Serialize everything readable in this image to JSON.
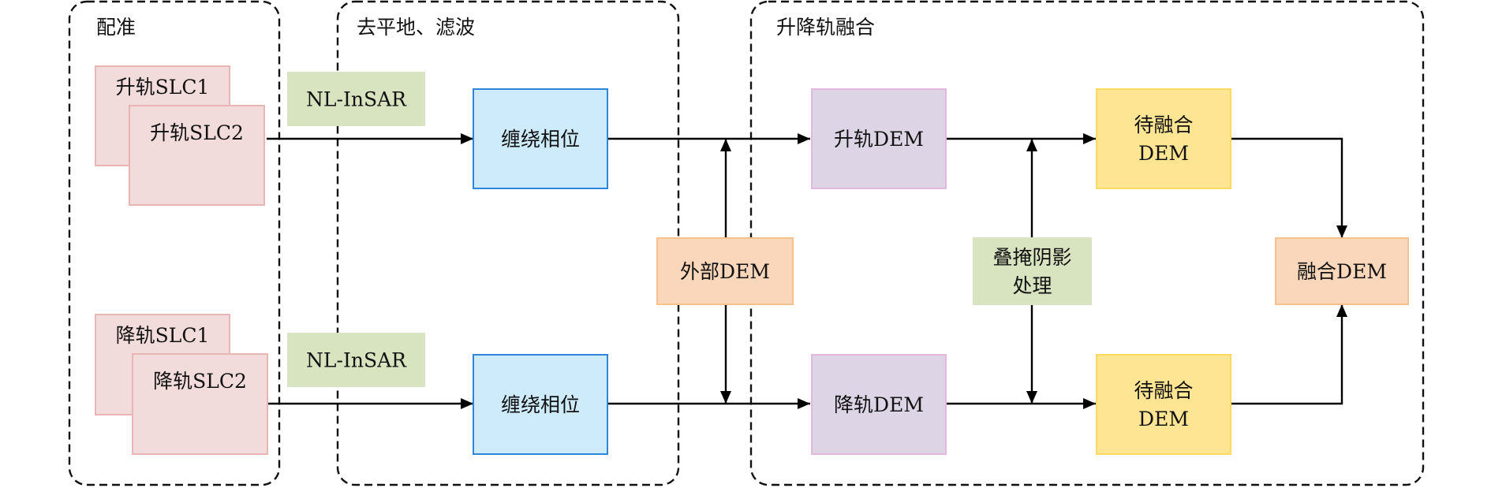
{
  "groups": [
    {
      "id": "registration",
      "title": "配准"
    },
    {
      "id": "flatten-filter",
      "title": "去平地、滤波"
    },
    {
      "id": "asc-desc-fusion",
      "title": "升降轨融合"
    }
  ],
  "nodes": {
    "asc_slc1": {
      "lines": [
        "升轨SLC1"
      ],
      "fill": "#f2dbdb",
      "stroke": "#e8b4b4"
    },
    "asc_slc2": {
      "lines": [
        "升轨SLC2"
      ],
      "fill": "#f2dbdb",
      "stroke": "#e8b4b4"
    },
    "desc_slc1": {
      "lines": [
        "降轨SLC1"
      ],
      "fill": "#f2dbdb",
      "stroke": "#e8b4b4"
    },
    "desc_slc2": {
      "lines": [
        "降轨SLC2"
      ],
      "fill": "#f2dbdb",
      "stroke": "#e8b4b4"
    },
    "nl_insar_top": {
      "lines": [
        "NL-InSAR"
      ],
      "fill": "#d8e4bf",
      "stroke": "#d8e4bf"
    },
    "nl_insar_bottom": {
      "lines": [
        "NL-InSAR"
      ],
      "fill": "#d8e4bf",
      "stroke": "#d8e4bf"
    },
    "wrapped_phase_top": {
      "lines": [
        "缠绕相位"
      ],
      "fill": "#cdebfb",
      "stroke": "#2f86d9"
    },
    "wrapped_phase_bottom": {
      "lines": [
        "缠绕相位"
      ],
      "fill": "#cdebfb",
      "stroke": "#2f86d9"
    },
    "external_dem": {
      "lines": [
        "外部DEM"
      ],
      "fill": "#fad7bb",
      "stroke": "#f7c08f"
    },
    "asc_dem": {
      "lines": [
        "升轨DEM"
      ],
      "fill": "#ddd5e6",
      "stroke": "#e2b8dd"
    },
    "desc_dem": {
      "lines": [
        "降轨DEM"
      ],
      "fill": "#ddd5e6",
      "stroke": "#e2b8dd"
    },
    "layover_shadow": {
      "lines": [
        "叠掩阴影",
        "处理"
      ],
      "fill": "#d8e4bf",
      "stroke": "#d8e4bf"
    },
    "to_fuse_top": {
      "lines": [
        "待融合",
        "DEM"
      ],
      "fill": "#fee594",
      "stroke": "#fcd95f"
    },
    "to_fuse_bottom": {
      "lines": [
        "待融合",
        "DEM"
      ],
      "fill": "#fee594",
      "stroke": "#fcd95f"
    },
    "fused_dem": {
      "lines": [
        "融合DEM"
      ],
      "fill": "#fad7bb",
      "stroke": "#f7c08f"
    }
  },
  "edges": [
    {
      "from": "asc_slc2",
      "to": "wrapped_phase_top"
    },
    {
      "from": "wrapped_phase_top",
      "to": "asc_dem"
    },
    {
      "from": "external_dem",
      "to": "asc_dem"
    },
    {
      "from": "asc_dem",
      "to": "to_fuse_top"
    },
    {
      "from": "layover_shadow",
      "to": "to_fuse_top"
    },
    {
      "from": "to_fuse_top",
      "to": "fused_dem"
    },
    {
      "from": "desc_slc2",
      "to": "wrapped_phase_bottom"
    },
    {
      "from": "wrapped_phase_bottom",
      "to": "desc_dem"
    },
    {
      "from": "external_dem",
      "to": "desc_dem"
    },
    {
      "from": "desc_dem",
      "to": "to_fuse_bottom"
    },
    {
      "from": "layover_shadow",
      "to": "to_fuse_bottom"
    },
    {
      "from": "to_fuse_bottom",
      "to": "fused_dem"
    }
  ]
}
